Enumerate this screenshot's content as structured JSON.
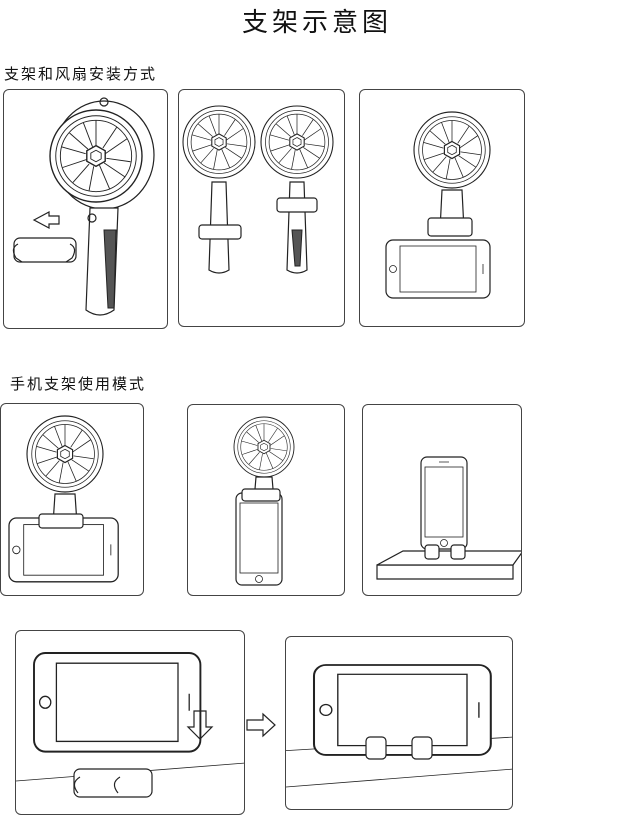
{
  "title": "支架示意图",
  "sections": {
    "install": "支架和风扇安装方式",
    "phone_mode": "手机支架使用模式"
  }
}
